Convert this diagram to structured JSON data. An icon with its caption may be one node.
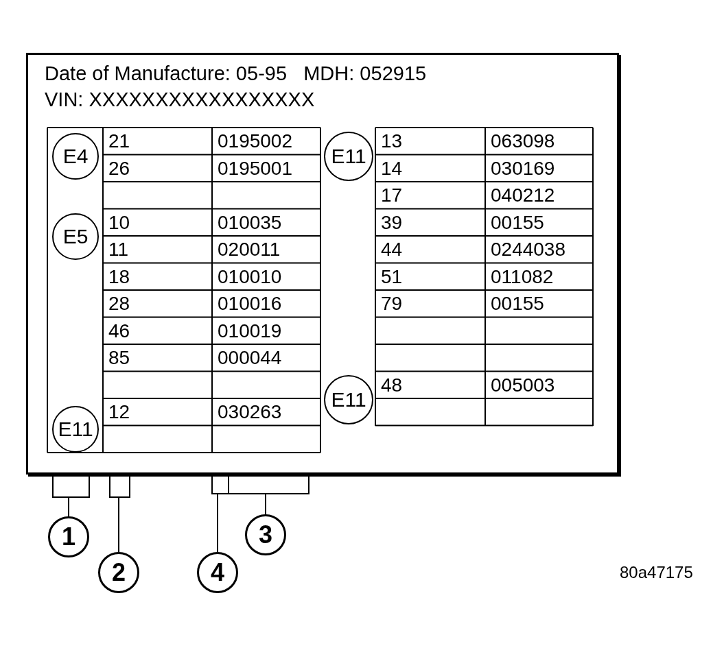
{
  "diagram": {
    "nodes": [
      {
        "text": [
          "Date of Manufacture: 05-95   MDH: 052915",
          "VIN: XXXXXXXXXXXXXXXXX"
        ]
      },
      {
        "text": [
          "E4"
        ],
        "in": 0
      },
      {
        "text": [
          "E5"
        ],
        "in": 0
      },
      {
        "text": [
          "E11"
        ],
        "in": 0
      },
      {
        "text": [
          "E11"
        ],
        "in": 0
      },
      {
        "text": [
          "E11"
        ],
        "in": 0
      },
      {
        "text": [
          "1"
        ]
      },
      {
        "text": [
          "2"
        ]
      },
      {
        "text": [
          "4"
        ]
      },
      {
        "text": [
          "3"
        ]
      }
    ],
    "edges": [
      {
        "from": 6,
        "to": 0,
        "arrow": "none"
      },
      {
        "from": 7,
        "to": 0,
        "arrow": "none"
      },
      {
        "from": 8,
        "to": 0,
        "arrow": "none"
      },
      {
        "from": 9,
        "to": 0,
        "arrow": "none"
      }
    ],
    "labels": [
      "21",
      "0195002",
      "26",
      "0195001",
      "10",
      "010035",
      "11",
      "020011",
      "18",
      "010010",
      "28",
      "010016",
      "46",
      "010019",
      "85",
      "000044",
      "12",
      "030263",
      "13",
      "063098",
      "14",
      "030169",
      "17",
      "040212",
      "39",
      "00155",
      "44",
      "0244038",
      "51",
      "011082",
      "79",
      "00155",
      "48",
      "005003",
      "80a47175"
    ]
  }
}
